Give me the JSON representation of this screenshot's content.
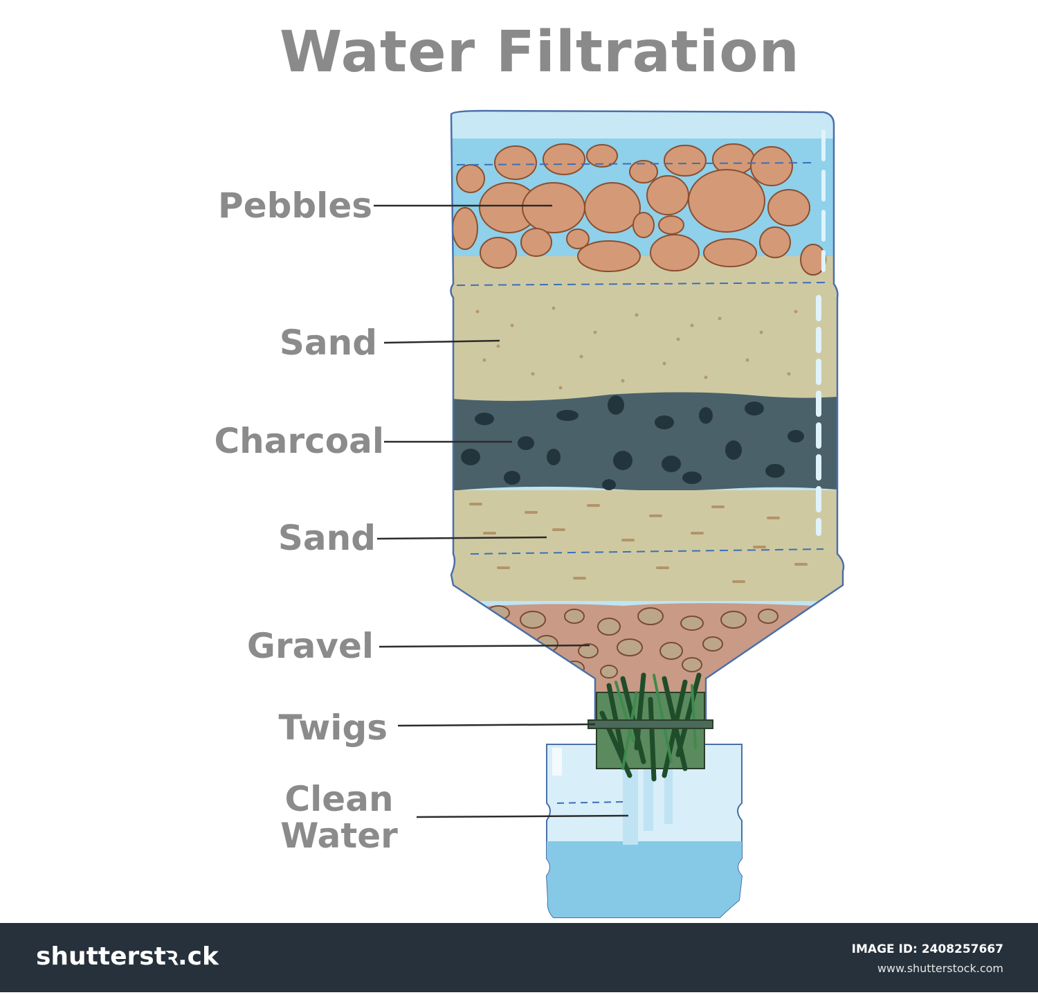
{
  "title": "Water Filtration",
  "layers": [
    {
      "label": "Pebbles"
    },
    {
      "label": "Sand"
    },
    {
      "label": "Charcoal"
    },
    {
      "label": "Sand"
    },
    {
      "label": "Gravel"
    },
    {
      "label": "Twigs"
    },
    {
      "label": "Clean\nWater"
    }
  ],
  "colors": {
    "water": "#8fd0ea",
    "pebble": "#d49a78",
    "sand": "#cfc9a2",
    "charcoal": "#4a616a",
    "gravel": "#c99a86",
    "twigs": "#2f6b3c"
  },
  "footer": {
    "brand": "shutterstꝛ.ck",
    "image_id": "IMAGE ID: 2408257667",
    "site": "www.shutterstock.com"
  }
}
